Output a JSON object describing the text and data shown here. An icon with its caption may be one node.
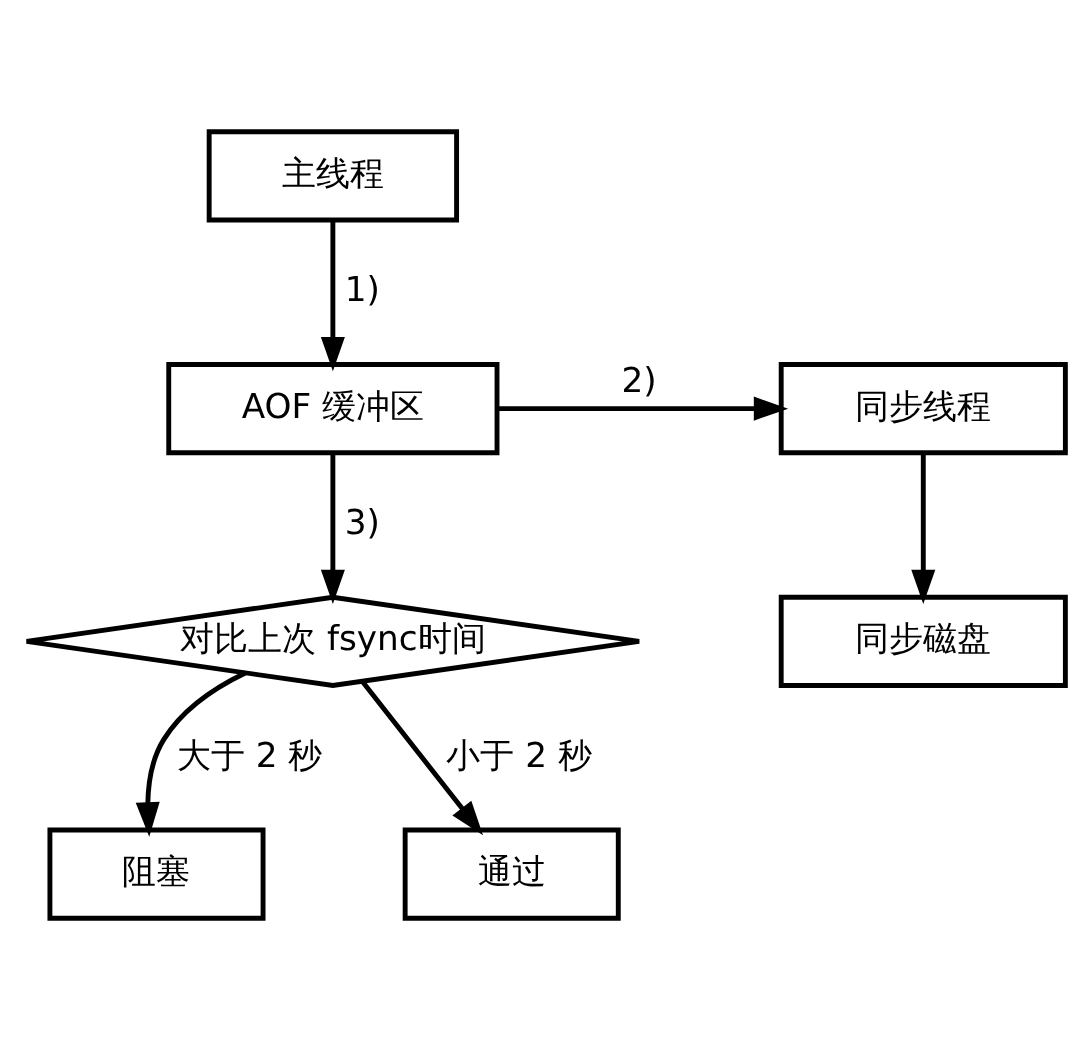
{
  "diagram": {
    "nodes": [
      {
        "text": [
          "主线程"
        ]
      },
      {
        "text": [
          "AOF 缓冲区"
        ]
      },
      {
        "text": [
          "同步线程"
        ]
      },
      {
        "text": [
          "同步磁盘"
        ]
      },
      {
        "text": [
          "对比上次 fsync时间"
        ]
      },
      {
        "text": [
          "阻塞"
        ]
      },
      {
        "text": [
          "通过"
        ]
      }
    ],
    "edges": [
      {
        "from": 0,
        "to": 1,
        "arrow": "to",
        "label": "1)"
      },
      {
        "from": 1,
        "to": 2,
        "arrow": "to",
        "label": "2)"
      },
      {
        "from": 2,
        "to": 3,
        "arrow": "to"
      },
      {
        "from": 1,
        "to": 4,
        "arrow": "to",
        "label": "3)"
      },
      {
        "from": 4,
        "to": 5,
        "arrow": "to",
        "label": "大于 2 秒"
      },
      {
        "from": 4,
        "to": 6,
        "arrow": "to",
        "label": "小于 2 秒"
      }
    ]
  }
}
